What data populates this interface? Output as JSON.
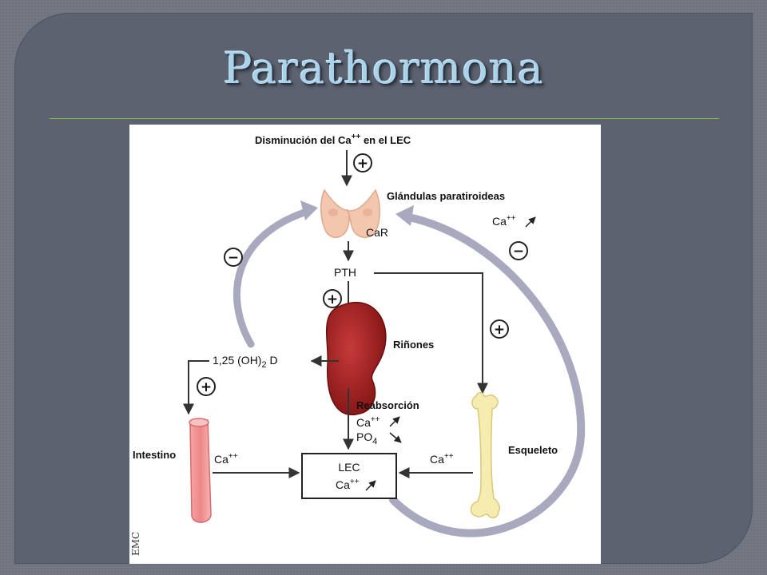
{
  "slide": {
    "title": "Parathormona"
  },
  "diagram": {
    "top_label": {
      "text": "Disminución del Ca",
      "sup": "++",
      "suffix": " en el LEC"
    },
    "glands_label": "Glándulas paratiroideas",
    "car_label": "CaR",
    "pth_label": "PTH",
    "kidney_label": "Riñones",
    "vitd_label": {
      "prefix": "1,25 (OH)",
      "sub": "2",
      "suffix": " D"
    },
    "reabsorption_label": "Reabsorción",
    "reab_ca": {
      "base": "Ca",
      "sup": "++"
    },
    "reab_po4": {
      "base": "PO",
      "sub": "4"
    },
    "intestine_label": "Intestino",
    "intestine_ca": {
      "base": "Ca",
      "sup": "++"
    },
    "skeleton_label": "Esqueleto",
    "skeleton_ca": {
      "base": "Ca",
      "sup": "++"
    },
    "lec_box": {
      "line1": "LEC",
      "ca": {
        "base": "Ca",
        "sup": "++"
      }
    },
    "feedback_ca": {
      "base": "Ca",
      "sup": "++"
    },
    "plus_symbol": "+",
    "minus_symbol": "−",
    "logo": "EMC",
    "colors": {
      "feedback_arrow": "#a8a9bf",
      "kidney": "#a51f1f",
      "thyroid": "#f2c7ae",
      "intestine": "#ef8f8f",
      "bone": "#f6ecb0"
    }
  }
}
